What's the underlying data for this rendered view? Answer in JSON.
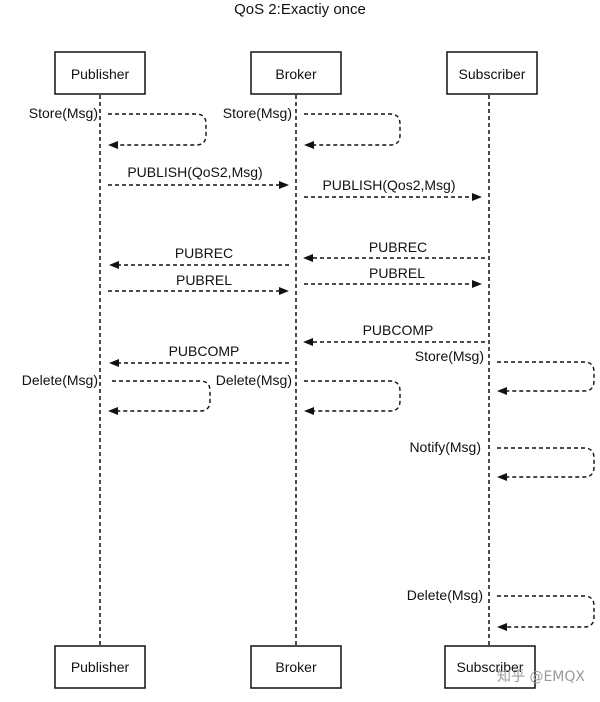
{
  "title": "QoS 2:Exactiy once",
  "participants": {
    "publisher": "Publisher",
    "broker": "Broker",
    "subscriber": "Subscriber"
  },
  "messages": {
    "pub_store": "Store(Msg)",
    "broker_store": "Store(Msg)",
    "publish_qos2": "PUBLISH(QoS2,Msg)",
    "publish_fwd": "PUBLISH(Qos2,Msg)",
    "pubrec_sub": "PUBREC",
    "pubrec_pub": "PUBREC",
    "pubrel_pub": "PUBREL",
    "pubrel_sub": "PUBREL",
    "pubcomp_sub": "PUBCOMP",
    "pubcomp_pub": "PUBCOMP",
    "sub_store": "Store(Msg)",
    "pub_delete": "Delete(Msg)",
    "broker_delete": "Delete(Msg)",
    "sub_notify": "Notify(Msg)",
    "sub_delete": "Delete(Msg)"
  },
  "watermark": "知乎 @EMQX"
}
